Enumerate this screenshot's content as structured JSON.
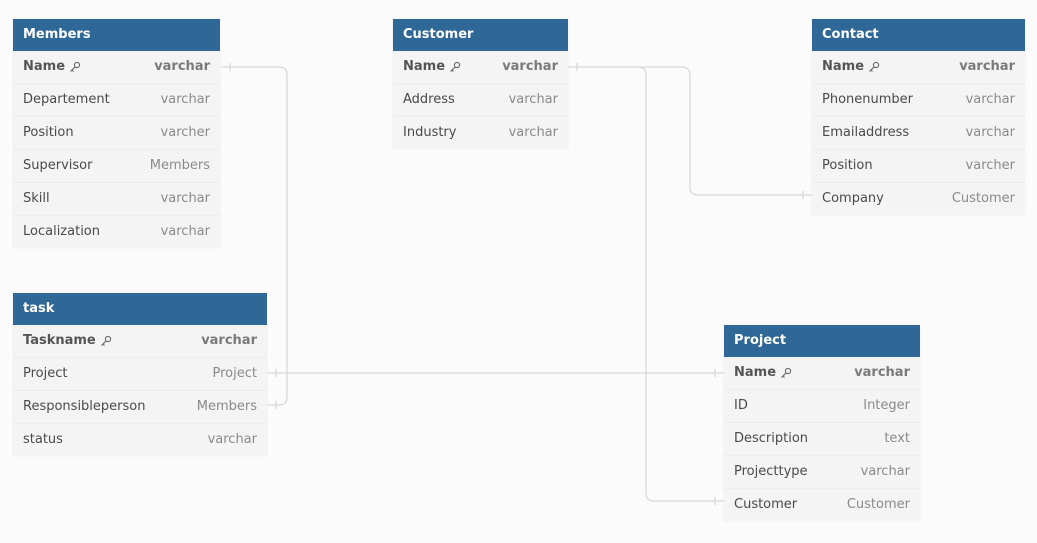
{
  "tables": {
    "members": {
      "title": "Members",
      "fields": [
        {
          "name": "Name",
          "type": "varchar",
          "pk": true
        },
        {
          "name": "Departement",
          "type": "varchar"
        },
        {
          "name": "Position",
          "type": "varcher"
        },
        {
          "name": "Supervisor",
          "type": "Members"
        },
        {
          "name": "Skill",
          "type": "varchar"
        },
        {
          "name": "Localization",
          "type": "varchar"
        }
      ]
    },
    "customer": {
      "title": "Customer",
      "fields": [
        {
          "name": "Name",
          "type": "varchar",
          "pk": true
        },
        {
          "name": "Address",
          "type": "varchar"
        },
        {
          "name": "Industry",
          "type": "varchar"
        }
      ]
    },
    "contact": {
      "title": "Contact",
      "fields": [
        {
          "name": "Name",
          "type": "varchar",
          "pk": true
        },
        {
          "name": "Phonenumber",
          "type": "varchar"
        },
        {
          "name": "Emailaddress",
          "type": "varchar"
        },
        {
          "name": "Position",
          "type": "varcher"
        },
        {
          "name": "Company",
          "type": "Customer"
        }
      ]
    },
    "task": {
      "title": "task",
      "fields": [
        {
          "name": "Taskname",
          "type": "varchar",
          "pk": true
        },
        {
          "name": "Project",
          "type": "Project"
        },
        {
          "name": "Responsibleperson",
          "type": "Members"
        },
        {
          "name": "status",
          "type": "varchar"
        }
      ]
    },
    "project": {
      "title": "Project",
      "fields": [
        {
          "name": "Name",
          "type": "varchar",
          "pk": true
        },
        {
          "name": "ID",
          "type": "Integer"
        },
        {
          "name": "Description",
          "type": "text"
        },
        {
          "name": "Projecttype",
          "type": "varchar"
        },
        {
          "name": "Customer",
          "type": "Customer"
        }
      ]
    }
  },
  "colors": {
    "header": "#2f6796",
    "header_text": "#ffffff",
    "body": "#f4f4f4",
    "link": "#c8c8c8"
  },
  "relationships": [
    {
      "from": "task.Responsibleperson",
      "to": "members.Name"
    },
    {
      "from": "task.Project",
      "to": "project.Name"
    },
    {
      "from": "contact.Company",
      "to": "customer.Name"
    },
    {
      "from": "project.Customer",
      "to": "customer.Name"
    }
  ]
}
